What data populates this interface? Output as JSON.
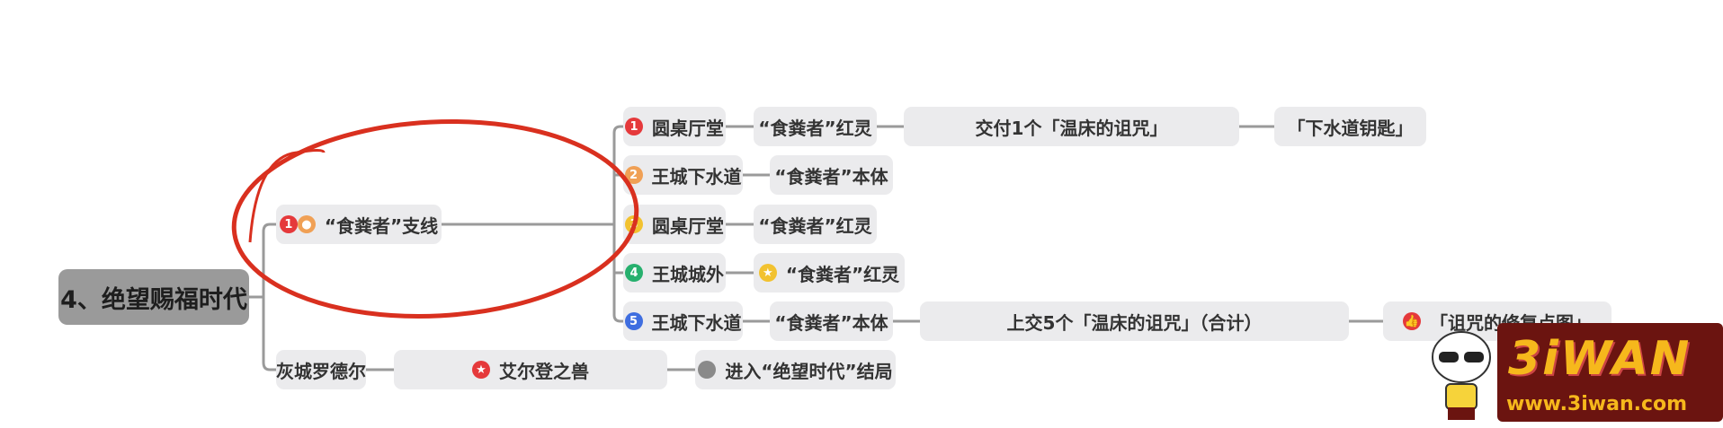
{
  "root": {
    "label": "4、绝望赐福时代"
  },
  "branch": {
    "label": "“食粪者”支线",
    "icons": [
      "number-1",
      "person"
    ]
  },
  "rows": [
    {
      "badge": "1",
      "color": "#e5393b",
      "nodes": [
        "圆桌厅堂",
        "“食粪者”红灵",
        "交付1个「温床的诅咒」",
        "「下水道钥匙」"
      ]
    },
    {
      "badge": "2",
      "color": "#f0a055",
      "nodes": [
        "王城下水道",
        "“食粪者”本体"
      ]
    },
    {
      "badge": "3",
      "color": "#f2c230",
      "nodes": [
        "圆桌厅堂",
        "“食粪者”红灵"
      ]
    },
    {
      "badge": "4",
      "color": "#27b06e",
      "nodes": [
        "王城城外",
        "“食粪者”红灵"
      ]
    },
    {
      "badge": "5",
      "color": "#3f6ee0",
      "nodes": [
        "王城下水道",
        "“食粪者”本体",
        "上交5个「温床的诅咒」（合计）",
        "「诅咒的修复点图」"
      ]
    }
  ],
  "ashen": {
    "nodes": [
      "灰城罗德尔",
      "艾尔登之兽",
      "进入“绝望时代”结局"
    ]
  },
  "colors": {
    "line": "#9a9a9a",
    "node_bg": "#ebebed",
    "annotation": "#d9301f",
    "gray_dot": "#8a8a8a"
  },
  "watermark": {
    "brand": "3iWAN",
    "url": "www.3iwan.com"
  }
}
